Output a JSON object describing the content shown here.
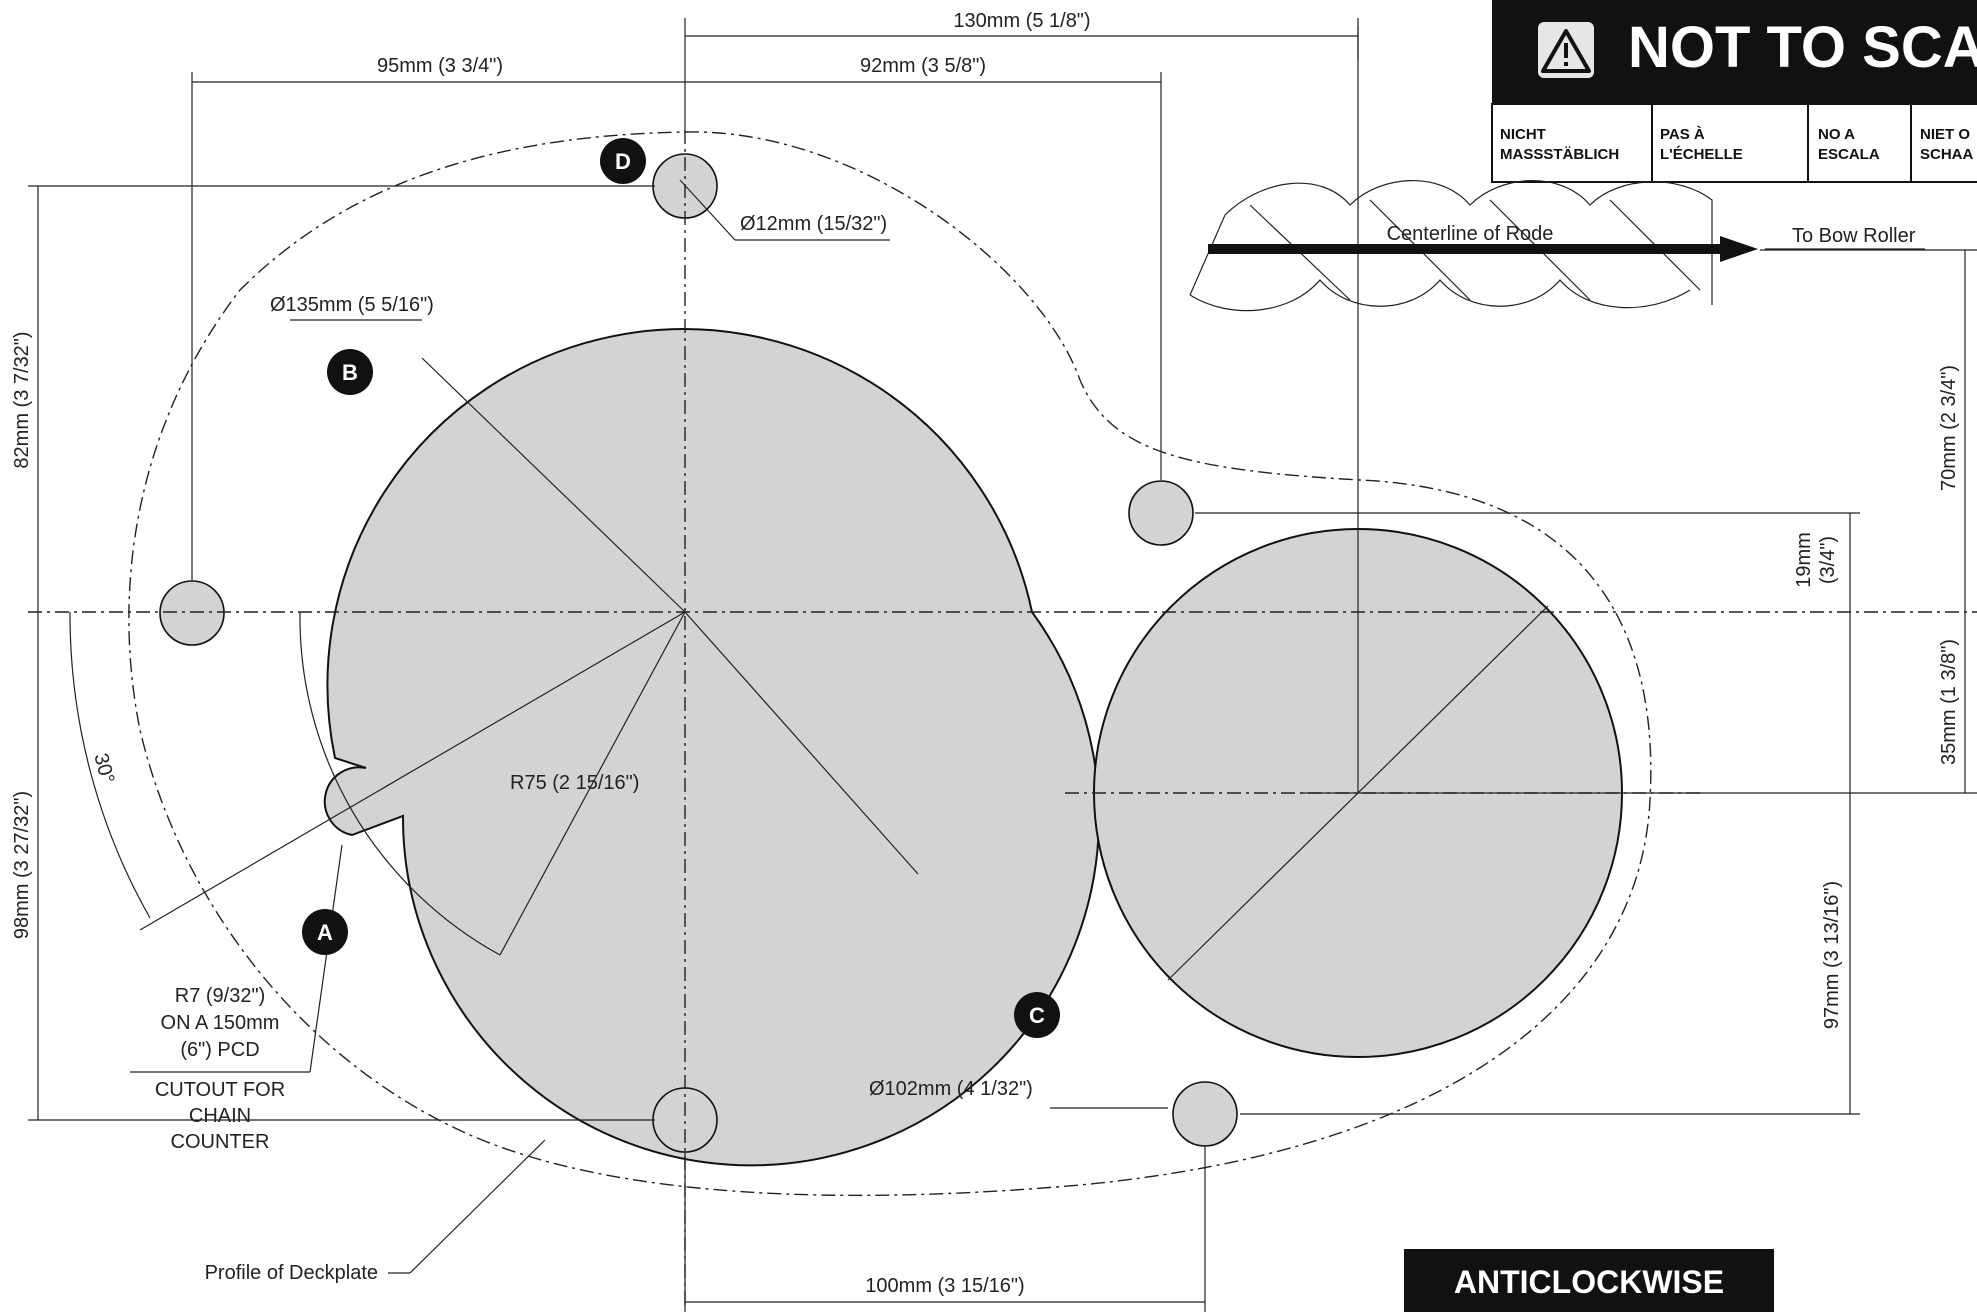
{
  "header": {
    "warning_title": "NOT TO SCA",
    "warning_icon": "warning-triangle-icon",
    "translations": [
      {
        "line1": "NICHT",
        "line2": "MASSSTÄBLICH"
      },
      {
        "line1": "PAS À",
        "line2": "L'ÉCHELLE"
      },
      {
        "line1": "NO A",
        "line2": "ESCALA"
      },
      {
        "line1": "NIET O",
        "line2": "SCHAA"
      }
    ]
  },
  "dimensions": {
    "top_overall": "130mm (5 1/8\")",
    "top_left": "95mm (3 3/4\")",
    "top_right": "92mm (3 5/8\")",
    "left_upper": "82mm (3 7/32\")",
    "left_lower": "98mm (3 27/32\")",
    "right_upper": "70mm (2 3/4\")",
    "right_mid_a": "19mm",
    "right_mid_b": "(3/4\")",
    "right_lower": "35mm (1 3/8\")",
    "right_bottom": "97mm (3 13/16\")",
    "bottom": "100mm (3 15/16\")",
    "hole_dia": "Ø12mm (15/32\")",
    "big_dia": "Ø135mm (5 5/16\")",
    "small_dia": "Ø102mm (4 1/32\")",
    "radius": "R75 (2 15/16\")",
    "angle": "30°"
  },
  "annotations": {
    "rode": "Centerline of Rode",
    "bow_roller": "To Bow Roller",
    "cutout_radius": [
      "R7 (9/32\")",
      "ON A 150mm",
      "(6\") PCD"
    ],
    "cutout_purpose": [
      "CUTOUT FOR",
      "CHAIN",
      "COUNTER"
    ],
    "profile": "Profile of Deckplate",
    "direction": "ANTICLOCKWISE"
  },
  "badges": {
    "a": "A",
    "b": "B",
    "c": "C",
    "d": "D"
  },
  "colors": {
    "fill": "#d2d3d5",
    "ink": "#111111",
    "header_bg": "#111111"
  }
}
